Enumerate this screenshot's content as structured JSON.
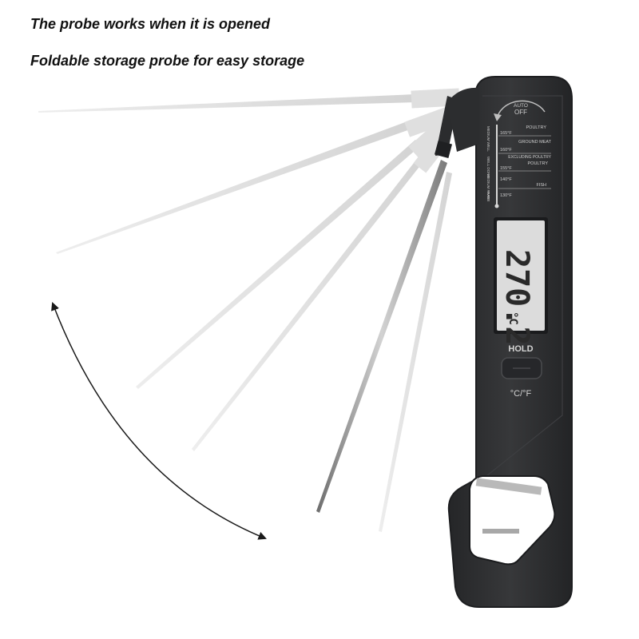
{
  "captions": {
    "line1": "The probe works when it is opened",
    "line2": "Foldable storage probe for easy storage"
  },
  "device": {
    "auto_off_line1": "AUTO",
    "auto_off_line2": "OFF",
    "doneness_side_labels": [
      "MEDIUM WELL",
      "WELL DONE",
      "MEDIUM RARE",
      "RARE"
    ],
    "temp_chart": [
      {
        "temp": "165°F",
        "food": "POULTRY"
      },
      {
        "temp": "160°F",
        "food": "GROUND MEAT"
      },
      {
        "temp": "155°F",
        "food": "EXCLUDING POULTRY"
      },
      {
        "temp": "140°F",
        "food": "FISH"
      },
      {
        "temp": "130°F",
        "food": ""
      }
    ],
    "excluding_line2": "POULTRY",
    "lcd_value": "270.2",
    "lcd_unit": "°C",
    "hold_label": "HOLD",
    "unit_toggle_label": "°C/°F"
  },
  "colors": {
    "body": "#2f3032",
    "body_edge": "#1d1e20",
    "lcd_bg": "#dcdcdc",
    "lcd_digits": "#2a2a2a",
    "probe_metal": "#9a9a9a",
    "ghost_probe": "#d8d8d8",
    "arrow": "#1a1a1a"
  }
}
